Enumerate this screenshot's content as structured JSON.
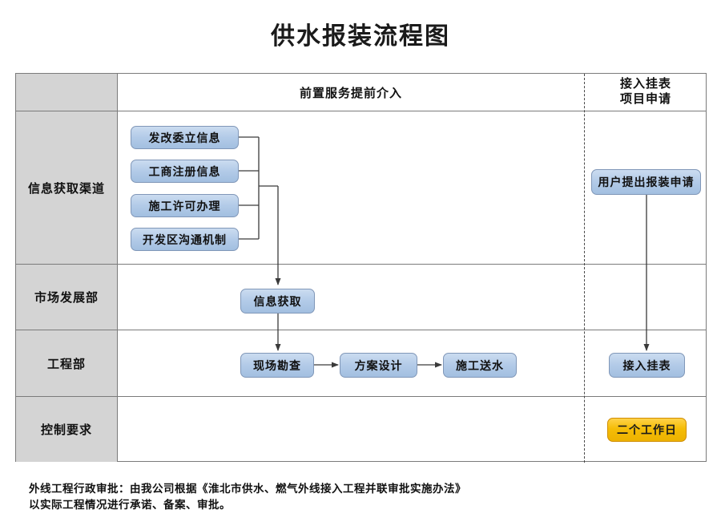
{
  "title": "供水报装流程图",
  "table": {
    "header": {
      "corner_label": "",
      "middle_label": "前置服务提前介入",
      "right_label_line1": "接入挂表",
      "right_label_line2": "项目申请"
    },
    "rows": [
      {
        "label": "信息获取渠道"
      },
      {
        "label": "市场发展部"
      },
      {
        "label": "工程部"
      },
      {
        "label": "控制要求"
      }
    ]
  },
  "nodes": {
    "source_1": "发改委立信息",
    "source_2": "工商注册信息",
    "source_3": "施工许可办理",
    "source_4": "开发区沟通机制",
    "info_collect": "信息获取",
    "site_survey": "现场勘查",
    "scheme_design": "方案设计",
    "construction_supply": "施工送水",
    "user_application": "用户提出报装申请",
    "meter_connection": "接入挂表",
    "working_days": "二个工作日"
  },
  "footnote": {
    "line1": "外线工程行政审批：由我公司根据《淮北市供水、燃气外线接入工程并联审批实施办法》",
    "line2": "以实际工程情况进行承诺、备案、审批。"
  },
  "colors": {
    "node_fill": "#b3cbe8",
    "node_border": "#8097b8",
    "gold_fill": "#f5bd07",
    "gold_border": "#d08d00",
    "header_gray": "#d4d4d4",
    "grid_line": "#7b7b7b",
    "connector": "#3a3a3a"
  },
  "chart_data": {
    "type": "diagram",
    "title": "供水报装流程图",
    "swimlane_columns": [
      "前置服务提前介入",
      "接入挂表 项目申请"
    ],
    "swimlane_rows": [
      "信息获取渠道",
      "市场发展部",
      "工程部",
      "控制要求"
    ],
    "nodes": [
      {
        "id": "source_1",
        "label": "发改委立信息",
        "row": "信息获取渠道",
        "column": "前置服务提前介入",
        "style": "blue"
      },
      {
        "id": "source_2",
        "label": "工商注册信息",
        "row": "信息获取渠道",
        "column": "前置服务提前介入",
        "style": "blue"
      },
      {
        "id": "source_3",
        "label": "施工许可办理",
        "row": "信息获取渠道",
        "column": "前置服务提前介入",
        "style": "blue"
      },
      {
        "id": "source_4",
        "label": "开发区沟通机制",
        "row": "信息获取渠道",
        "column": "前置服务提前介入",
        "style": "blue"
      },
      {
        "id": "user_application",
        "label": "用户提出报装申请",
        "row": "信息获取渠道",
        "column": "接入挂表 项目申请",
        "style": "blue"
      },
      {
        "id": "info_collect",
        "label": "信息获取",
        "row": "市场发展部",
        "column": "前置服务提前介入",
        "style": "blue"
      },
      {
        "id": "site_survey",
        "label": "现场勘查",
        "row": "工程部",
        "column": "前置服务提前介入",
        "style": "blue"
      },
      {
        "id": "scheme_design",
        "label": "方案设计",
        "row": "工程部",
        "column": "前置服务提前介入",
        "style": "blue"
      },
      {
        "id": "construction_supply",
        "label": "施工送水",
        "row": "工程部",
        "column": "前置服务提前介入",
        "style": "blue"
      },
      {
        "id": "meter_connection",
        "label": "接入挂表",
        "row": "工程部",
        "column": "接入挂表 项目申请",
        "style": "blue"
      },
      {
        "id": "working_days",
        "label": "二个工作日",
        "row": "控制要求",
        "column": "接入挂表 项目申请",
        "style": "gold"
      }
    ],
    "edges": [
      {
        "from": "source_1",
        "to": "info_collect",
        "type": "bus-merge"
      },
      {
        "from": "source_2",
        "to": "info_collect",
        "type": "bus-merge"
      },
      {
        "from": "source_3",
        "to": "info_collect",
        "type": "bus-merge"
      },
      {
        "from": "source_4",
        "to": "info_collect",
        "type": "bus-merge"
      },
      {
        "from": "info_collect",
        "to": "site_survey",
        "type": "arrow-down"
      },
      {
        "from": "site_survey",
        "to": "scheme_design",
        "type": "arrow-right"
      },
      {
        "from": "scheme_design",
        "to": "construction_supply",
        "type": "arrow-right"
      },
      {
        "from": "user_application",
        "to": "meter_connection",
        "type": "arrow-down"
      }
    ]
  }
}
